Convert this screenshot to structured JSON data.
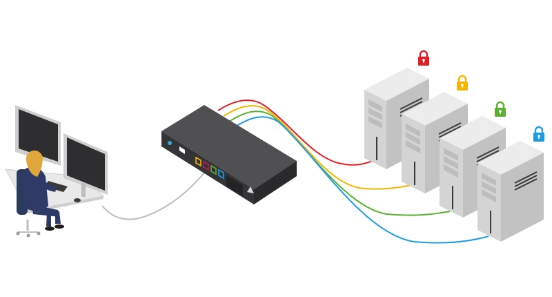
{
  "diagram": {
    "colors": {
      "channel_1": "#e11d26",
      "channel_2": "#f4b400",
      "channel_3": "#5ab031",
      "channel_4": "#1e9be3",
      "user_cable": "#bdbdbd",
      "switch_body": "#3a3a3c",
      "server_face": "#d4d4d4",
      "monitor_frame": "#cfcfcf"
    },
    "icons": [
      "workstation-icon",
      "kvm-switch-icon",
      "server-icon",
      "padlock-icon"
    ],
    "nodes": {
      "workstation": {
        "monitors": 2,
        "operator": "seated-user"
      },
      "kvm_switch": {
        "ports": 4,
        "port_colors": [
          "#f4b400",
          "#c2185b",
          "#5ab031",
          "#1e9be3"
        ]
      },
      "servers": [
        {
          "id": "server-1",
          "lock_color": "#e11d26"
        },
        {
          "id": "server-2",
          "lock_color": "#f4b400"
        },
        {
          "id": "server-3",
          "lock_color": "#5ab031"
        },
        {
          "id": "server-4",
          "lock_color": "#1e9be3"
        }
      ]
    }
  }
}
